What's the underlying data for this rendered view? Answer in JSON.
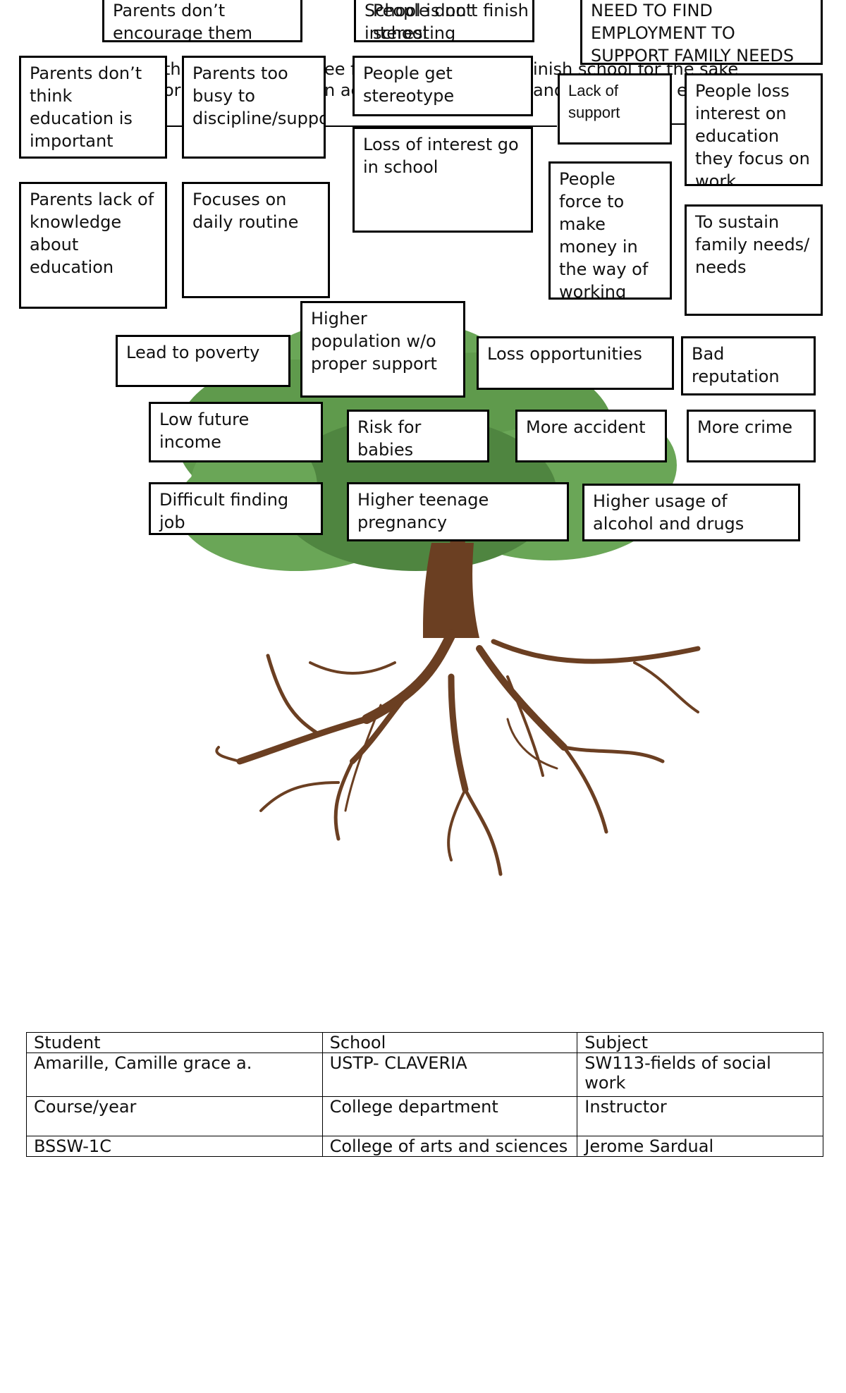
{
  "background_fragments": {
    "frag_a": "th",
    "frag_b": "ee f",
    "frag_c": "inish school for the sake",
    "frag_d": "or",
    "frag_e": "n ac",
    "frag_f": "and",
    "frag_g": "ef"
  },
  "boxes": {
    "parents_dont_encourage": "Parents don’t encourage them",
    "school_not_interesting_a": "School is not interesting",
    "school_not_interesting_b": "People don't finish school",
    "need_employment": "NEED TO FIND EMPLOYMENT TO SUPPORT FAMILY NEEDS",
    "parents_dont_think": "Parents don’t think education is important",
    "parents_too_busy": "Parents too busy to discipline/support",
    "people_stereotype": "People get stereotype",
    "lack_of_support": "Lack of support",
    "people_loss_interest": "People loss interest on education they focus on work",
    "loss_of_interest_school": "Loss of interest go in school",
    "parents_lack_knowledge": "Parents lack of knowledge about education",
    "focuses_daily_routine": "Focuses on daily routine",
    "people_force_money": "People force to make money in the way of working",
    "sustain_family": "To sustain family needs/ needs",
    "higher_population": "Higher population w/o proper support",
    "lead_to_poverty": "Lead to poverty",
    "loss_opportunities": "Loss opportunities",
    "bad_reputation": "Bad reputation",
    "low_future_income": "Low future income",
    "risk_for_babies": "Risk for babies",
    "more_accident": "More accident",
    "more_crime": "More crime",
    "difficult_finding_job": "Difficult finding job",
    "higher_teenage_pregnancy": "Higher teenage pregnancy",
    "higher_alcohol_drugs": "Higher usage of alcohol and drugs"
  },
  "info_table": {
    "student_label": "Student",
    "school_label": "School",
    "subject_label": "Subject",
    "student_value": "Amarille, Camille grace a.",
    "school_value": "USTP- CLAVERIA",
    "subject_value": "SW113-fields of social work",
    "course_label": "Course/year",
    "department_label": "College department",
    "instructor_label": "Instructor",
    "course_value": "BSSW-1C",
    "department_value": "College of arts and sciences",
    "instructor_value": "Jerome Sardual"
  },
  "colors": {
    "foliage": "#5f9a4c",
    "foliage_dark": "#4c7f3c",
    "trunk": "#6b3f22",
    "border": "#000000"
  }
}
